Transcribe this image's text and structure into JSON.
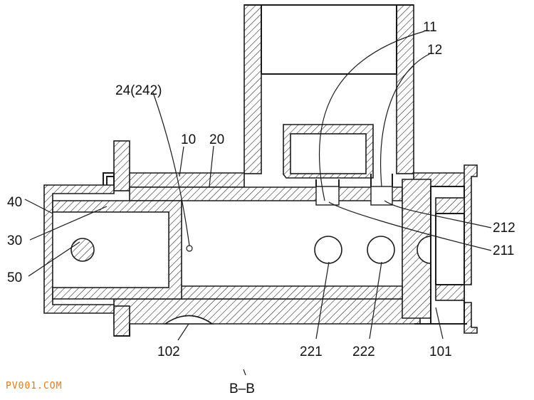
{
  "labels": {
    "l11": "11",
    "l12": "12",
    "l24": "24(242)",
    "l10": "10",
    "l20": "20",
    "l40": "40",
    "l30": "30",
    "l50": "50",
    "l212": "212",
    "l211": "211",
    "l102": "102",
    "l221": "221",
    "l222": "222",
    "l101": "101",
    "section": "B–B"
  },
  "watermark": "PV001.COM",
  "colors": {
    "line": "#1a1a1a",
    "watermark": "#e07a1a",
    "background": "#ffffff"
  }
}
